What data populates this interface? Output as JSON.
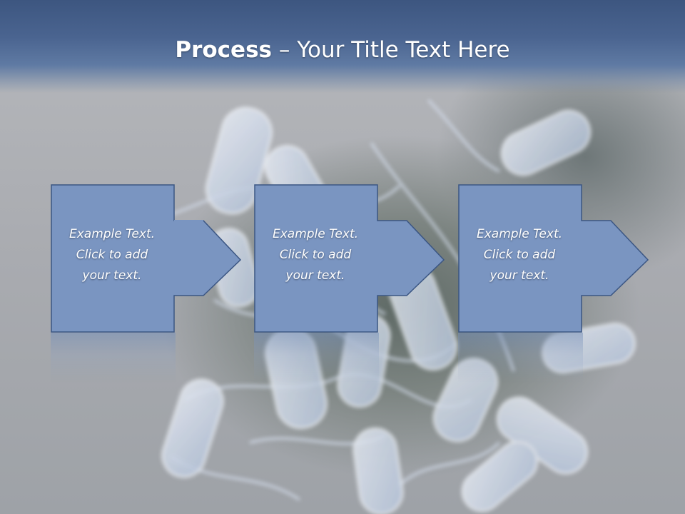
{
  "slide": {
    "title_bold": "Process",
    "title_separator": "–",
    "title_rest": "Your Title Text Here"
  },
  "steps": [
    {
      "line1": "Example Text.",
      "line2": "Click  to add",
      "line3": "your text."
    },
    {
      "line1": "Example Text.",
      "line2": "Click  to add",
      "line3": "your text."
    },
    {
      "line1": "Example Text.",
      "line2": "Click  to add",
      "line3": "your text."
    }
  ],
  "colors": {
    "title_bar": "#4a6490",
    "box_fill": "#7a95c1",
    "box_stroke": "#3b5683",
    "text": "#ffffff"
  }
}
